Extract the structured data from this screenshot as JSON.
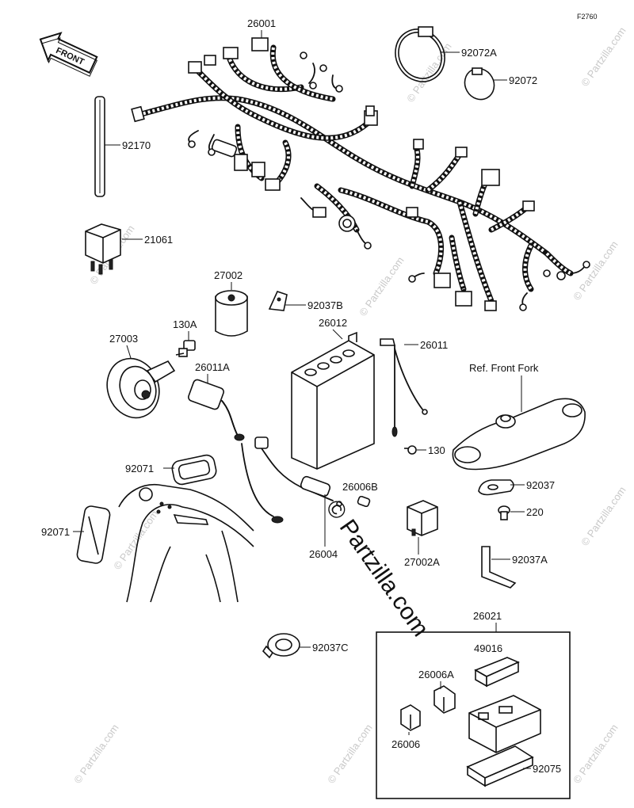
{
  "diagram_code": "F2760",
  "front_arrow_label": "FRONT",
  "reference_note": "Ref. Front Fork",
  "watermark_text": "© Partzilla.com",
  "parts": {
    "p26001": "26001",
    "p92072A": "92072A",
    "p92072": "92072",
    "p92170": "92170",
    "p21061": "21061",
    "p27002": "27002",
    "p92037B": "92037B",
    "p26012": "26012",
    "p26011": "26011",
    "p130A": "130A",
    "p27003": "27003",
    "p26011A": "26011A",
    "p130": "130",
    "p92071a": "92071",
    "p92071b": "92071",
    "p26006B": "26006B",
    "p92037": "92037",
    "p220": "220",
    "p26004": "26004",
    "p27002A": "27002A",
    "p92037A": "92037A",
    "p92037C": "92037C",
    "p26021": "26021",
    "p49016": "49016",
    "p26006A": "26006A",
    "p26006": "26006",
    "p92075": "92075"
  }
}
